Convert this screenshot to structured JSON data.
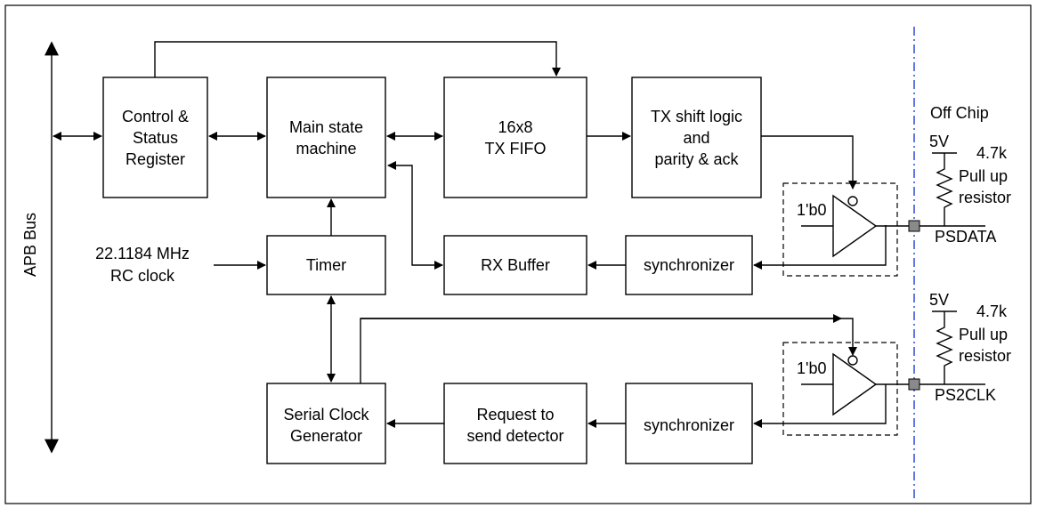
{
  "bus": {
    "label": "APB Bus"
  },
  "blocks": {
    "control": [
      "Control &",
      "Status",
      "Register"
    ],
    "main_state": [
      "Main state",
      "machine"
    ],
    "tx_fifo": [
      "16x8",
      "TX FIFO"
    ],
    "tx_shift": [
      "TX shift logic",
      "and",
      "parity & ack"
    ],
    "timer": [
      "Timer"
    ],
    "rx_buffer": [
      "RX Buffer"
    ],
    "sync_top": [
      "synchronizer"
    ],
    "serial_clock": [
      "Serial Clock",
      "Generator"
    ],
    "request_detector": [
      "Request to",
      "send detector"
    ],
    "sync_bottom": [
      "synchronizer"
    ]
  },
  "clock_source": [
    "22.1184 MHz",
    "RC clock"
  ],
  "buffers": {
    "top_const": "1'b0",
    "bottom_const": "1'b0"
  },
  "off_chip": {
    "label": "Off Chip",
    "top": {
      "voltage": "5V",
      "resistance": "4.7k",
      "resistor_label": [
        "Pull up",
        "resistor"
      ],
      "pin": "PSDATA"
    },
    "bottom": {
      "voltage": "5V",
      "resistance": "4.7k",
      "resistor_label": [
        "Pull up",
        "resistor"
      ],
      "pin": "PS2CLK"
    }
  }
}
